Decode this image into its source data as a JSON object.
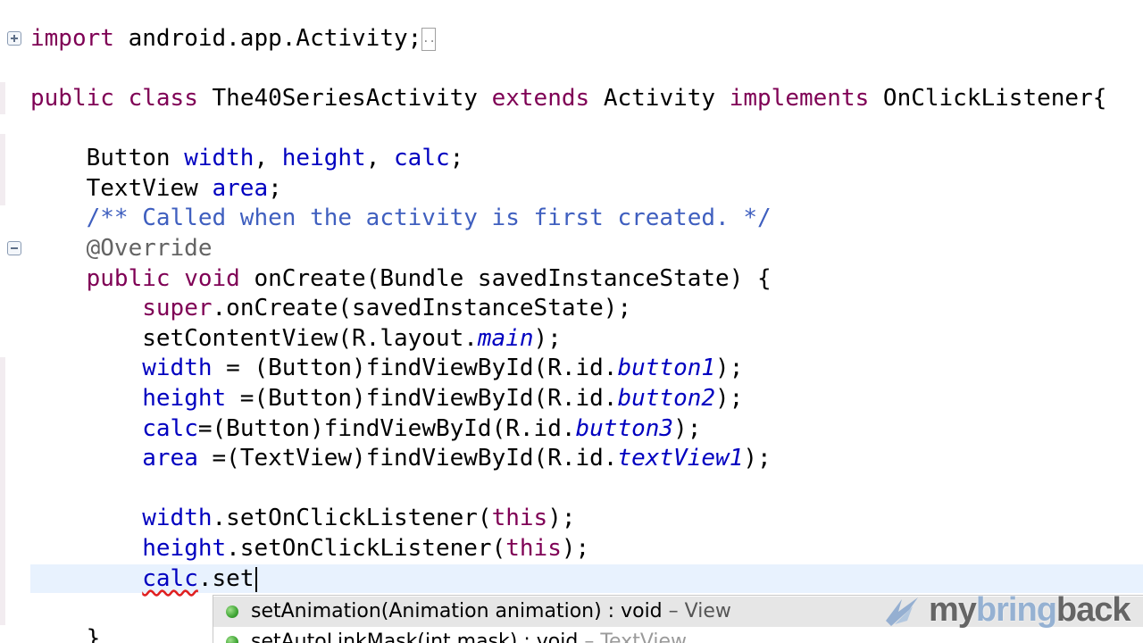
{
  "editor": {
    "lines": {
      "l1": [
        "import",
        " android.app.Activity;"
      ],
      "l2": [
        "public",
        " ",
        "class",
        " The40SeriesActivity ",
        "extends",
        " Activity ",
        "implements",
        " OnClickListener{"
      ],
      "l3": [
        "    Button ",
        "width",
        ", ",
        "height",
        ", ",
        "calc",
        ";"
      ],
      "l4": [
        "    TextView ",
        "area",
        ";"
      ],
      "l5": [
        "    /** Called when the activity is first created. */"
      ],
      "l6": [
        "    @Override"
      ],
      "l7": [
        "    ",
        "public",
        " ",
        "void",
        " onCreate(Bundle savedInstanceState) {"
      ],
      "l8": [
        "        ",
        "super",
        ".onCreate(savedInstanceState);"
      ],
      "l9": [
        "        setContentView(R.layout.",
        "main",
        ");"
      ],
      "l10": [
        "        ",
        "width",
        " = (Button)findViewById(R.id.",
        "button1",
        ");"
      ],
      "l11": [
        "        ",
        "height",
        " =(Button)findViewById(R.id.",
        "button2",
        ");"
      ],
      "l12": [
        "        ",
        "calc",
        "=(Button)findViewById(R.id.",
        "button3",
        ");"
      ],
      "l13": [
        "        ",
        "area",
        " =(TextView)findViewById(R.id.",
        "textView1",
        ");"
      ],
      "l14": [
        "        ",
        "width",
        ".setOnClickListener(",
        "this",
        ");"
      ],
      "l15": [
        "        ",
        "height",
        ".setOnClickListener(",
        "this",
        ");"
      ],
      "l16": [
        "        ",
        "calc",
        ".set"
      ],
      "l17": [
        "    }"
      ]
    }
  },
  "autocomplete": {
    "items": [
      {
        "signature": "setAnimation(Animation animation) : void",
        "declaring": " – View"
      },
      {
        "signature": "setAutoLinkMask(int mask) : void",
        "declaring": " – TextView"
      }
    ]
  },
  "logo": {
    "part1": "my",
    "part2": "bring",
    "part3": "back"
  },
  "colors": {
    "keyword": "#7f0055",
    "field": "#0000c0",
    "comment": "#3f5fbf",
    "annotation": "#646464",
    "current_line": "#e8f2fe"
  }
}
